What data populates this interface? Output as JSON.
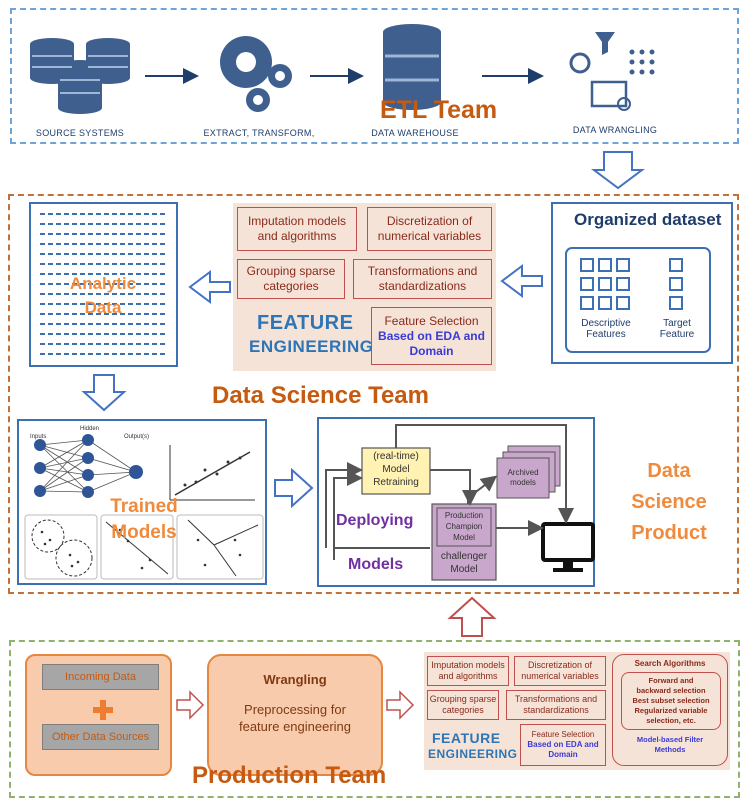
{
  "etl": {
    "title": "ETL Team",
    "source_systems": "SOURCE SYSTEMS",
    "extract_transform": "EXTRACT, TRANSFORM,",
    "data_warehouse": "DATA WAREHOUSE",
    "data_wrangling": "DATA WRANGLING"
  },
  "data_science": {
    "title": "Data Science Team",
    "analytic_data": [
      "Analytic",
      "Data"
    ],
    "organized_dataset": "Organized dataset",
    "descriptive_features": [
      "Descriptive",
      "Features"
    ],
    "target_feature": [
      "Target",
      "Feature"
    ],
    "feature_engineering": {
      "title": [
        "FEATURE",
        "ENGINEERING"
      ],
      "imputation": "Imputation models and algorithms",
      "discretization": "Discretization of numerical variables",
      "grouping": "Grouping sparse categories",
      "transformations": "Transformations and standardizations",
      "feature_selection": "Feature Selection",
      "feature_selection_link": "Based on EDA and Domain"
    },
    "trained_models": [
      "Trained",
      "Models"
    ],
    "nn_labels": {
      "inputs": "Inputs",
      "hidden": "Hidden",
      "outputs": "Output(s)"
    },
    "deploying": "Deploying",
    "models": "Models",
    "retraining": [
      "(real-time)",
      "Model",
      "Retraining"
    ],
    "archived": [
      "Archived",
      "models"
    ],
    "champion": [
      "Production",
      "Champion",
      "Model"
    ],
    "challenger": [
      "challenger",
      "Model"
    ],
    "product_label": [
      "Data",
      "Science",
      "Product"
    ]
  },
  "production": {
    "title": "Production Team",
    "incoming_data": "Incoming Data",
    "other_sources": "Other Data Sources",
    "wrangling_title": "Wrangling",
    "wrangling_desc": [
      "Preprocessing for",
      "feature engineering"
    ],
    "fe": {
      "imputation": "Imputation models and algorithms",
      "discretization": "Discretization of numerical variables",
      "grouping": "Grouping sparse categories",
      "transformations": "Transformations and standardizations",
      "feature_selection": "Feature Selection",
      "feature_selection_link": "Based on EDA and Domain",
      "title": [
        "FEATURE",
        "ENGINEERING"
      ],
      "search_title": "Search Algorithms",
      "search_items": [
        "Forward and",
        "backward selection",
        "Best subset selection",
        "Regularized variable",
        "selection, etc."
      ],
      "filter": [
        "Model-based Filter",
        "Methods"
      ]
    }
  },
  "colors": {
    "etl_border": "#6fa4d8",
    "ds_border": "#c0713a",
    "prod_border": "#8fb36b",
    "team_title": "#c55a11",
    "arrow_blue": "#4472c4"
  }
}
